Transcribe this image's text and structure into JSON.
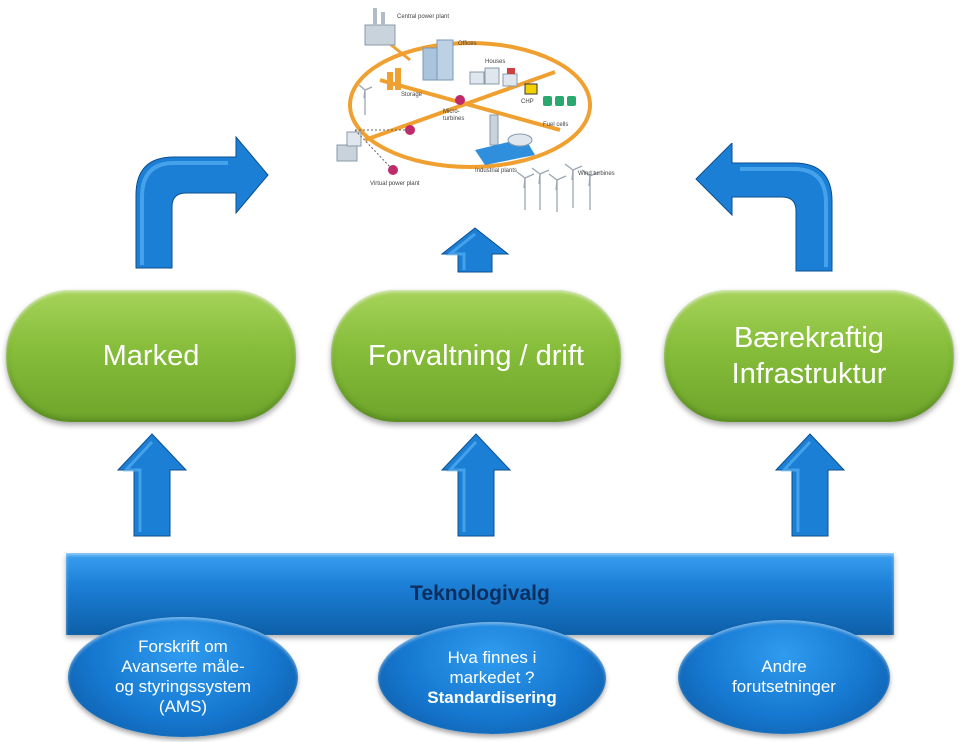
{
  "top_boxes": {
    "left": "Marked",
    "center": "Forvaltning / drift",
    "right_line1": "Bærekraftig",
    "right_line2": "Infrastruktur"
  },
  "bar": {
    "title": "Teknologivalg"
  },
  "ellipses": {
    "left": [
      "Forskrift om",
      "Avanserte måle-",
      "og styringssystem",
      "(AMS)"
    ],
    "center": [
      "Hva finnes i",
      "markedet ?"
    ],
    "center_bold": "Standardisering",
    "right": [
      "Andre",
      "forutsetninger"
    ]
  },
  "grid_illustration": {
    "labels": {
      "central_power_plant": "Central power plant",
      "offices": "Offices",
      "houses": "Houses",
      "storage": "Storage",
      "chp": "CHP",
      "micro_turbines_1": "Micro-",
      "micro_turbines_2": "turbines",
      "fuel_cells": "Fuel cells",
      "industrial_plants": "Industrial plants",
      "wind_turbines": "Wind turbines",
      "virtual_power_plant": "Virtual power plant"
    }
  },
  "colors": {
    "green": "#86bd3a",
    "blue": "#1c7fd6",
    "grid_ring": "#f0a030"
  }
}
